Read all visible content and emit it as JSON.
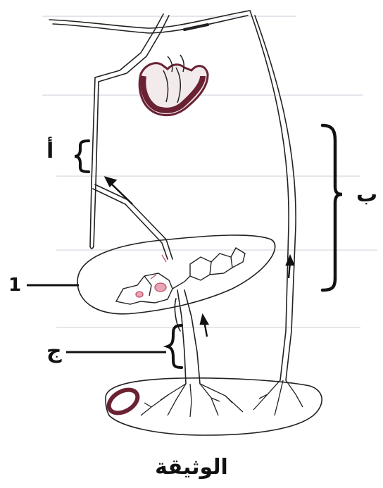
{
  "labels": {
    "a": "أ",
    "b": "ب",
    "c": "ج",
    "one": "1"
  },
  "caption": "الوثيقة",
  "watermark": "",
  "colors": {
    "stroke": "#222222",
    "accent": "#c0506a",
    "heart": "#6a2233",
    "watermark": "#e28aa0"
  },
  "icons": [
    "arrow-up-icon",
    "brace-icon"
  ]
}
